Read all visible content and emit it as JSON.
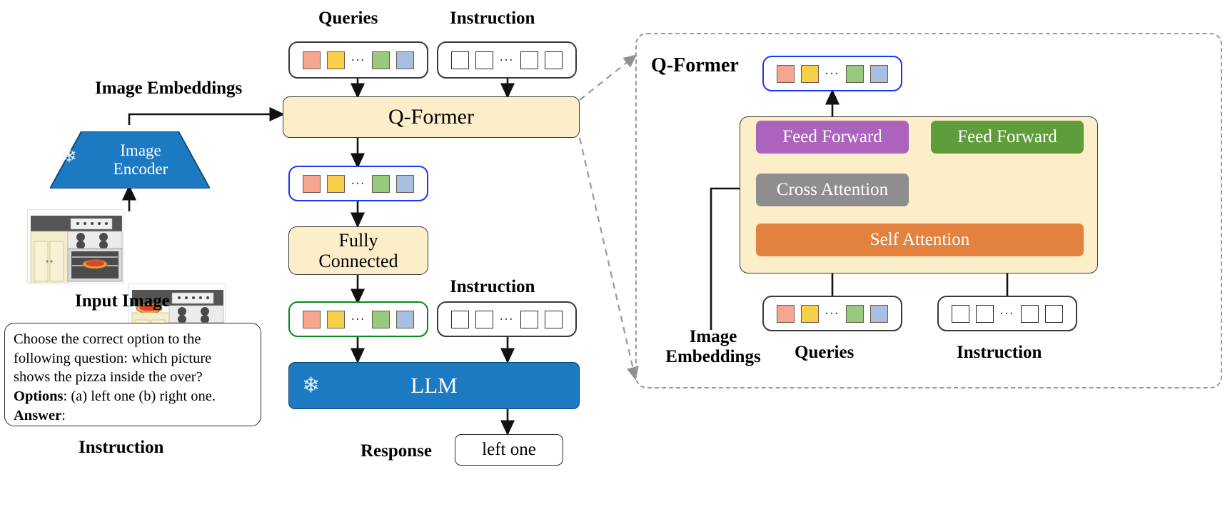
{
  "labels": {
    "queries_top": "Queries",
    "instruction_top": "Instruction",
    "image_embeddings": "Image Embeddings",
    "input_image": "Input Image",
    "instruction_bottom": "Instruction",
    "instruction_mid": "Instruction",
    "response": "Response"
  },
  "blocks": {
    "qformer": "Q-Former",
    "fully_connected": "Fully\nConnected",
    "fully_connected_line1": "Fully",
    "fully_connected_line2": "Connected",
    "llm": "LLM",
    "image_encoder_line1": "Image",
    "image_encoder_line2": "Encoder",
    "response_value": "left one"
  },
  "instruction_text": {
    "line1": "Choose the correct option to the",
    "line2": "following question: which picture",
    "line3": "shows the pizza inside the over?",
    "options_label": "Options",
    "options_value": ": (a) left one (b) right one.",
    "answer_label": "Answer",
    "answer_value": ":"
  },
  "panel": {
    "title": "Q-Former",
    "feed_forward_left": "Feed Forward",
    "feed_forward_right": "Feed Forward",
    "cross_attention": "Cross Attention",
    "self_attention": "Self Attention",
    "label_image_embeddings_line1": "Image",
    "label_image_embeddings_line2": "Embeddings",
    "label_queries": "Queries",
    "label_instruction": "Instruction"
  },
  "tokens": {
    "query_colors": [
      "#f6a68f",
      "#f7cf4a",
      "#97c97e",
      "#a8bfe0"
    ],
    "ellipsis": "...",
    "instruction_token_count": 4
  },
  "colors": {
    "qformer_fill": "#fbeec9",
    "llm_fill": "#1b7ac2",
    "encoder_fill": "#1b7ac2",
    "feed_forward_left": "#ab63bd",
    "feed_forward_right": "#5f9c3c",
    "cross_attention": "#8e8e8e",
    "self_attention": "#e3823f",
    "highlight_blue": "#1a35ff",
    "highlight_green": "#0a8a1e",
    "panel_dash": "#9a9a9a"
  },
  "icons": {
    "snowflake": "❄"
  }
}
